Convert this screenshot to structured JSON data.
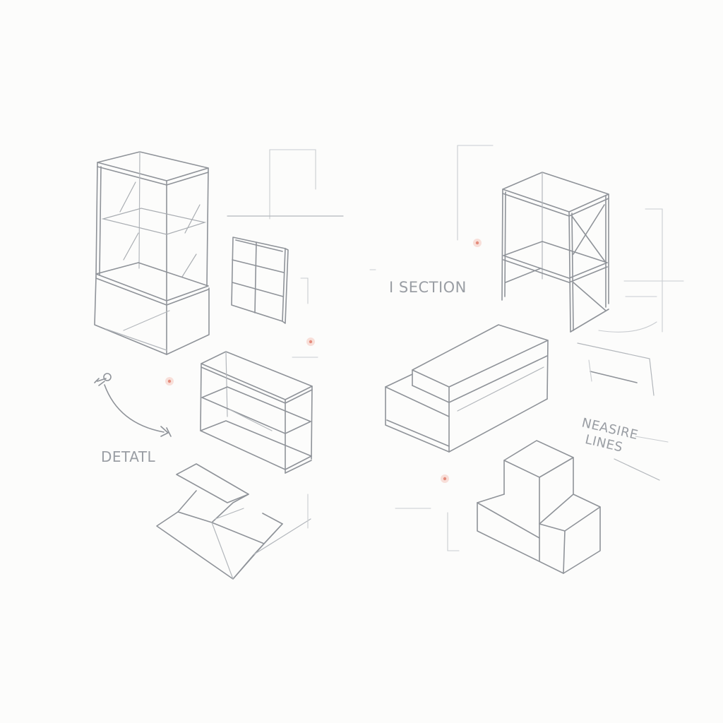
{
  "labels": {
    "section": "I SECTION",
    "detail": "DETATL",
    "measure_line1": "NEASIRE",
    "measure_line2": "LINES"
  },
  "colors": {
    "background": "#fcfcfb",
    "line": "#8f9399",
    "marker": "#e58c7c"
  }
}
